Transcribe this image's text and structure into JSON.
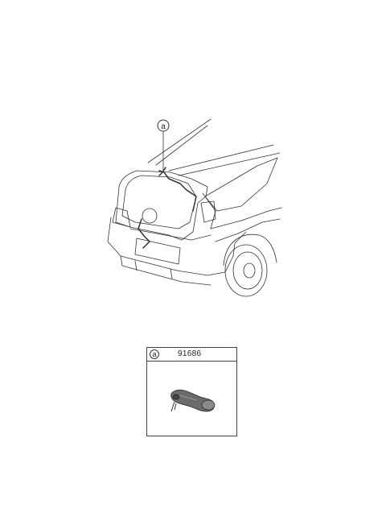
{
  "callout": {
    "letter": "a"
  },
  "parts_table": {
    "rows": [
      {
        "letter": "a",
        "part_number": "91686",
        "icon": "harness-connector-icon"
      }
    ]
  }
}
